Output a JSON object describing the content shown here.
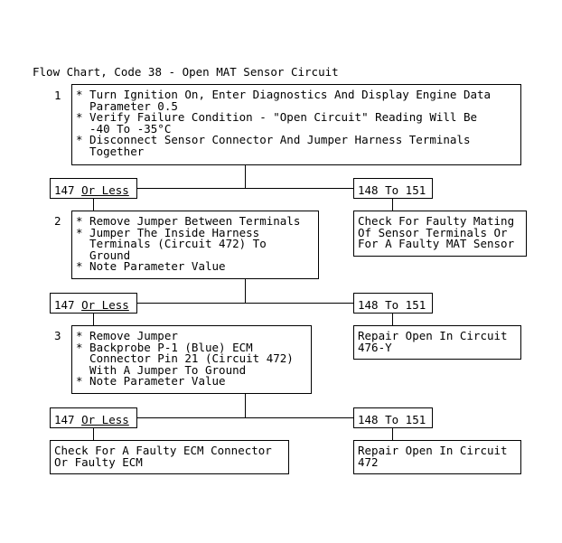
{
  "title": "Flow Chart, Code 38 - Open MAT Sensor Circuit",
  "steps": [
    {
      "number": "1",
      "lines": [
        "* Turn Ignition On, Enter Diagnostics And Display Engine Data",
        "  Parameter 0.5",
        "* Verify Failure Condition - \"Open Circuit\" Reading Will Be",
        "  -40 To -35°C",
        "* Disconnect Sensor Connector And Jumper Harness Terminals",
        "  Together"
      ]
    },
    {
      "number": "2",
      "lines": [
        "* Remove Jumper Between Terminals",
        "* Jumper The Inside Harness",
        "  Terminals (Circuit 472) To",
        "  Ground",
        "* Note Parameter Value"
      ]
    },
    {
      "number": "3",
      "lines": [
        "* Remove Jumper",
        "* Backprobe P-1 (Blue) ECM",
        "  Connector Pin 21 (Circuit 472)",
        "  With A Jumper To Ground",
        "* Note Parameter Value"
      ]
    }
  ],
  "branches": [
    {
      "left": {
        "prefix": "147 ",
        "underlined": "Or Less"
      },
      "right": "148 To 151"
    },
    {
      "left": {
        "prefix": "147 ",
        "underlined": "Or Less"
      },
      "right": "148 To 151"
    },
    {
      "left": {
        "prefix": "147 ",
        "underlined": "Or Less"
      },
      "right": "148 To 151"
    }
  ],
  "results": {
    "after_step1_right": [
      "Check For Faulty Mating",
      "Of Sensor Terminals Or",
      "For A Faulty MAT Sensor"
    ],
    "after_step2_right": [
      "Repair Open In Circuit",
      "476-Y"
    ],
    "after_step3_left": [
      "Check For A Faulty ECM Connector",
      "Or Faulty ECM"
    ],
    "after_step3_right": [
      "Repair Open In Circuit",
      "472"
    ]
  }
}
